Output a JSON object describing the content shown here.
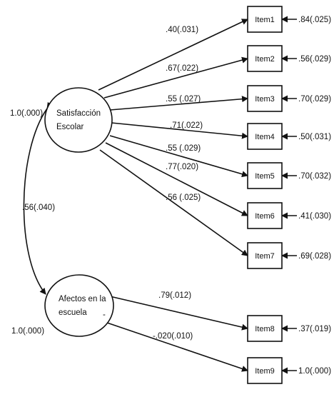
{
  "factors": [
    {
      "id": "f1",
      "lines": [
        "Satisfacción",
        "Escolar"
      ],
      "variance": "1.0(.000)"
    },
    {
      "id": "f2",
      "lines": [
        "Afectos en la",
        "escuela"
      ],
      "variance": "1.0(.000)",
      "mark": "-"
    }
  ],
  "correlation": ".56(.040)",
  "items": [
    {
      "label": "Item1",
      "factor": "f1",
      "loading": ".40(.031)",
      "error": ".84(.025)"
    },
    {
      "label": "Item2",
      "factor": "f1",
      "loading": ".67(.022)",
      "error": ".56(.029)"
    },
    {
      "label": "Item3",
      "factor": "f1",
      "loading": ".55 (.027)",
      "error": ".70(.029)"
    },
    {
      "label": "Item4",
      "factor": "f1",
      "loading": ".71(.022)",
      "error": ".50(.031)"
    },
    {
      "label": "Item5",
      "factor": "f1",
      "loading": ".55 (.029)",
      "error": ".70(.032)"
    },
    {
      "label": "Item6",
      "factor": "f1",
      "loading": ".77(.020)",
      "error": ".41(.030)"
    },
    {
      "label": "Item7",
      "factor": "f1",
      "loading": ".56 (.025)",
      "error": ".69(.028)"
    },
    {
      "label": "Item8",
      "factor": "f2",
      "loading": ".79(.012)",
      "error": ".37(.019)"
    },
    {
      "label": "Item9",
      "factor": "f2",
      "loading": "-.020(.010)",
      "error": "1.0(.000)"
    }
  ]
}
